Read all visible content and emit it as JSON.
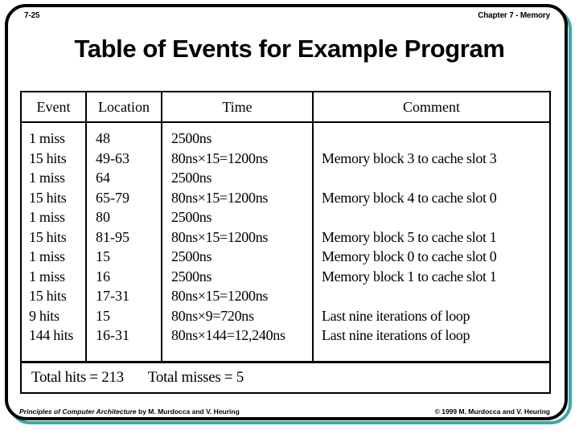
{
  "slide": {
    "page_number": "7-25",
    "chapter_label": "Chapter 7 - Memory",
    "title": "Table of Events for Example Program",
    "frame_color_teal": "#35abab",
    "frame_color_black": "#000000"
  },
  "table": {
    "headers": {
      "event": "Event",
      "location": "Location",
      "time": "Time",
      "comment": "Comment"
    },
    "rows": [
      {
        "event": "1 miss",
        "location": "48",
        "time": "2500ns",
        "comment": "Memory block 3 to cache slot 3"
      },
      {
        "event": "15 hits",
        "location": "49-63",
        "time": "80ns×15=1200ns",
        "comment": ""
      },
      {
        "event": "1 miss",
        "location": "64",
        "time": "2500ns",
        "comment": "Memory block 4 to cache slot 0"
      },
      {
        "event": "15 hits",
        "location": "65-79",
        "time": "80ns×15=1200ns",
        "comment": ""
      },
      {
        "event": "1 miss",
        "location": "80",
        "time": "2500ns",
        "comment": "Memory block 5 to cache slot 1"
      },
      {
        "event": "15 hits",
        "location": "81-95",
        "time": "80ns×15=1200ns",
        "comment": ""
      },
      {
        "event": "1 miss",
        "location": "15",
        "time": "2500ns",
        "comment": "Memory block 0 to cache slot 0"
      },
      {
        "event": "1 miss",
        "location": "16",
        "time": "2500ns",
        "comment": "Memory block 1 to cache slot 1"
      },
      {
        "event": "15 hits",
        "location": "17-31",
        "time": "80ns×15=1200ns",
        "comment": ""
      },
      {
        "event": "9 hits",
        "location": "15",
        "time": "80ns×9=720ns",
        "comment": "Last nine iterations of loop"
      },
      {
        "event": "144 hits",
        "location": "16-31",
        "time": "80ns×144=12,240ns",
        "comment": "Last nine iterations of loop"
      }
    ]
  },
  "totals": {
    "hits_label": "Total hits = 213",
    "misses_label": "Total misses = 5"
  },
  "footer": {
    "book_title": "Principles of Computer Architecture",
    "byline": " by M. Murdocca and V. Heuring",
    "copyright": "© 1999 M. Murdocca and V. Heuring"
  }
}
